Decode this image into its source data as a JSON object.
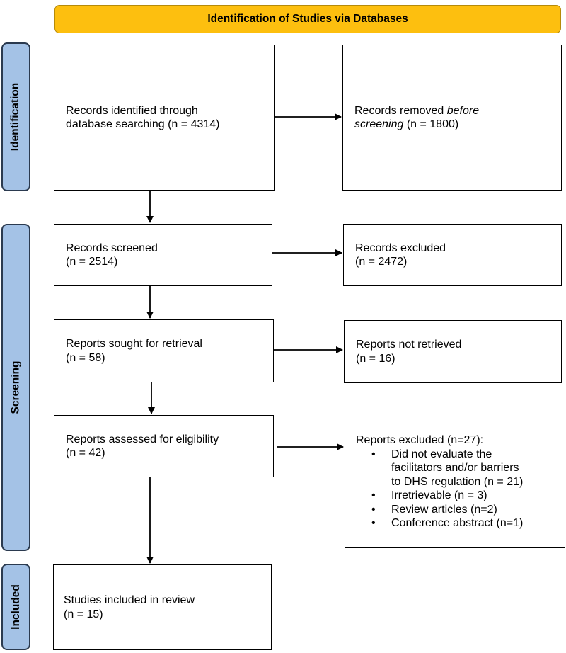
{
  "header": {
    "title": "Identification of Studies via Databases"
  },
  "phases": {
    "identification": "Identification",
    "screening": "Screening",
    "included": "Included"
  },
  "boxes": {
    "records_identified": {
      "line1": "Records identified through",
      "line2": "database searching (n = 4314)"
    },
    "records_removed": {
      "line1_a": "Records removed ",
      "line1_b": "before",
      "line2_a": "screening",
      "line2_b": " (n = 1800)"
    },
    "records_screened": {
      "line1": "Records screened",
      "line2": "(n = 2514)"
    },
    "records_excluded": {
      "line1": "Records excluded",
      "line2": "(n = 2472)"
    },
    "reports_sought": {
      "line1": "Reports sought for retrieval",
      "line2": "(n = 58)"
    },
    "reports_not_retrieved": {
      "line1": "Reports not retrieved",
      "line2": "(n = 16)"
    },
    "reports_assessed": {
      "line1": "Reports assessed for eligibility",
      "line2": "(n = 42)"
    },
    "reports_excluded": {
      "title": "Reports excluded (n=27):",
      "items": [
        {
          "lines": [
            "Did not evaluate the",
            "facilitators and/or barriers",
            "to DHS regulation (n = 21)"
          ]
        },
        {
          "lines": [
            "Irretrievable (n = 3)"
          ]
        },
        {
          "lines": [
            "Review articles (n=2)"
          ]
        },
        {
          "lines": [
            "Conference abstract (n=1)"
          ]
        }
      ]
    },
    "studies_included": {
      "line1": "Studies included in review",
      "line2": "(n = 15)"
    }
  }
}
